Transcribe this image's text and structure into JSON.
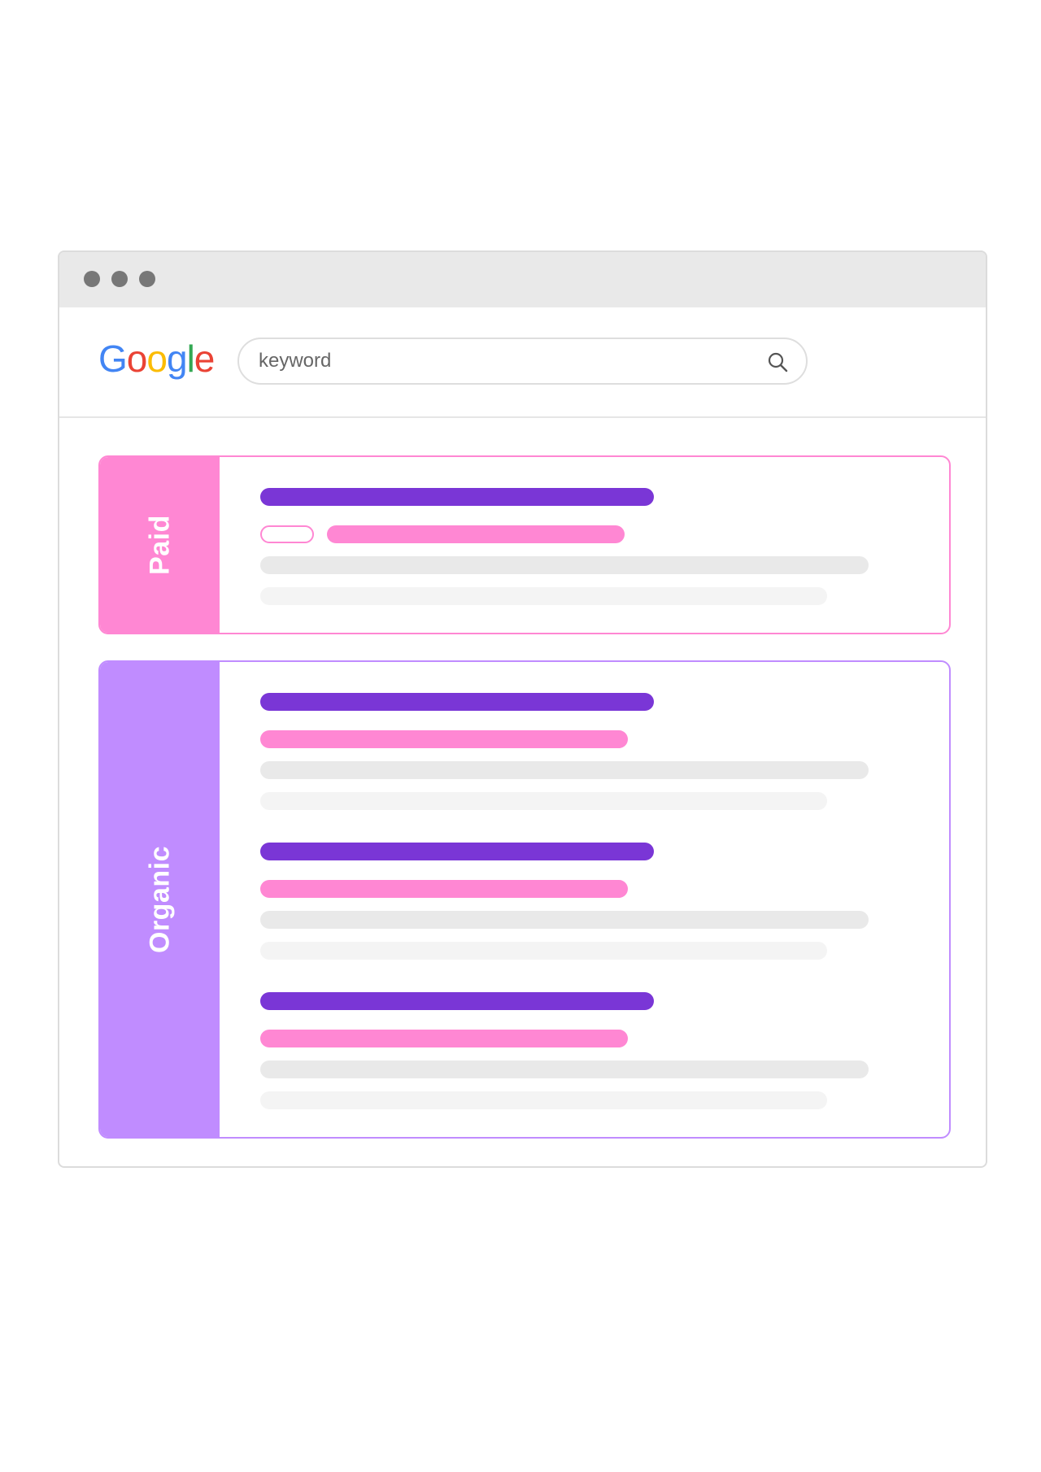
{
  "browser": {
    "window_dots": [
      "close",
      "minimize",
      "maximize"
    ],
    "titlebar_color": "#e9e9e9"
  },
  "google_logo": {
    "letters": [
      {
        "char": "G",
        "color": "#4285F4"
      },
      {
        "char": "o",
        "color": "#EA4335"
      },
      {
        "char": "o",
        "color": "#FBBC05"
      },
      {
        "char": "g",
        "color": "#4285F4"
      },
      {
        "char": "l",
        "color": "#34A853"
      },
      {
        "char": "e",
        "color": "#EA4335"
      }
    ]
  },
  "search": {
    "placeholder": "keyword",
    "icon": "search-icon"
  },
  "sections": {
    "paid": {
      "label": "Paid",
      "color": "#ff87d3"
    },
    "organic": {
      "label": "Organic",
      "color": "#c08cff"
    }
  },
  "colors": {
    "result_title": "#7a36d6",
    "result_url": "#ff87d3",
    "result_desc_1": "#e9e9e9",
    "result_desc_2": "#f4f4f4"
  }
}
